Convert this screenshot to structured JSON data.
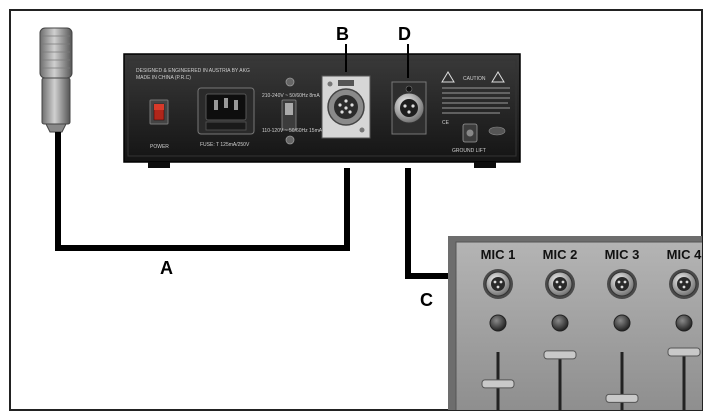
{
  "labels": {
    "a": "A",
    "b": "B",
    "c": "C",
    "d": "D"
  },
  "power_supply": {
    "brand_line1": "DESIGNED & ENGINEERED IN AUSTRIA BY AKG",
    "brand_line2": "MADE IN CHINA (P.R.C)",
    "power_label": "POWER",
    "fuse_label": "FUSE: T 125mA/250V",
    "voltage_high": "210-240V ~ 50/60Hz 8mA",
    "voltage_low": "110-120V ~ 50/60Hz 15mA",
    "caution_title": "CAUTION",
    "ground_lift_label": "GROUND LIFT",
    "ce_mark": "CE"
  },
  "mixer": {
    "channels": [
      "MIC 1",
      "MIC 2",
      "MIC 3",
      "MIC 4"
    ],
    "fader_levels": [
      0.45,
      0.95,
      0.2,
      1.0
    ]
  },
  "colors": {
    "cable": "#000000",
    "frame": "#222222",
    "unit_body": "#1c1c1c",
    "mixer_panel": "#a4a4a4"
  }
}
